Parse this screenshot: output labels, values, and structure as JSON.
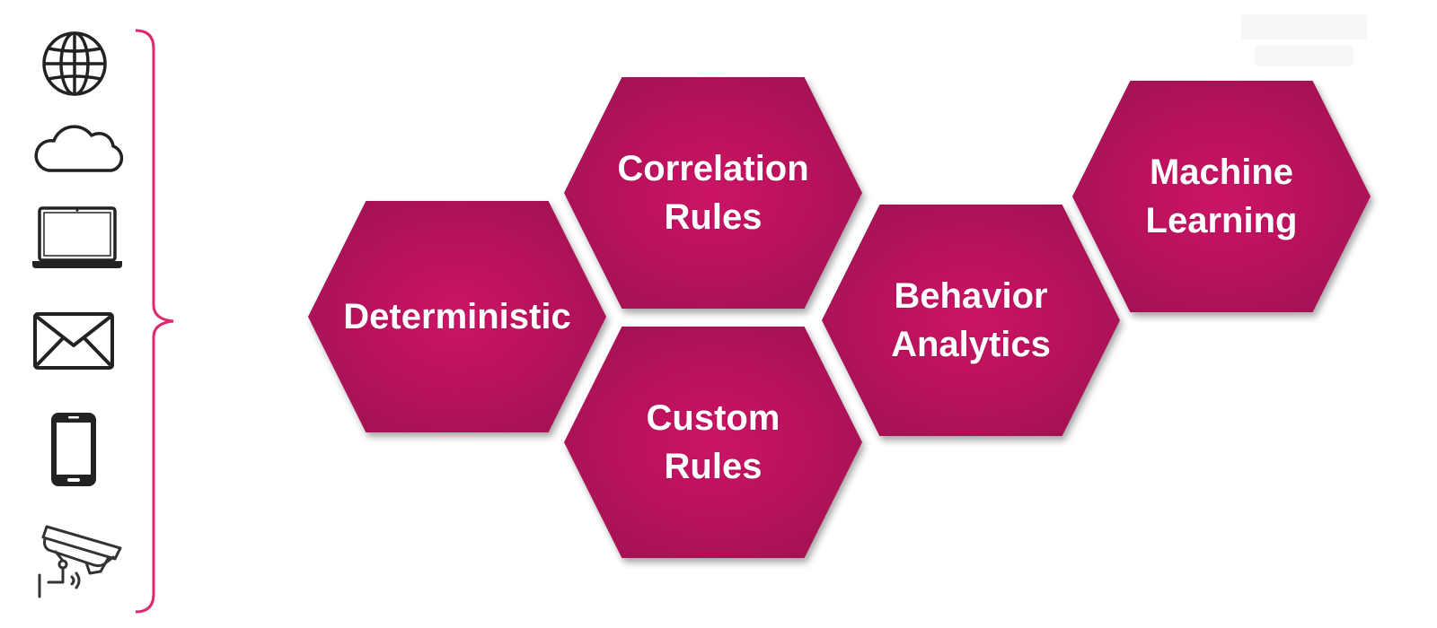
{
  "colors": {
    "hex_fill": "#b8125c",
    "hex_center": "#cc1466",
    "brace": "#e0276f",
    "icon_stroke": "#222222",
    "label_text": "#ffffff"
  },
  "source_icons": [
    {
      "name": "globe-icon"
    },
    {
      "name": "cloud-icon"
    },
    {
      "name": "laptop-icon"
    },
    {
      "name": "envelope-icon"
    },
    {
      "name": "smartphone-icon"
    },
    {
      "name": "security-camera-icon"
    }
  ],
  "hexagons": {
    "deterministic": "Deterministic",
    "correlation_rules": "Correlation\nRules",
    "custom_rules": "Custom\nRules",
    "behavior_analytics": "Behavior\nAnalytics",
    "machine_learning": "Machine\nLearning"
  }
}
